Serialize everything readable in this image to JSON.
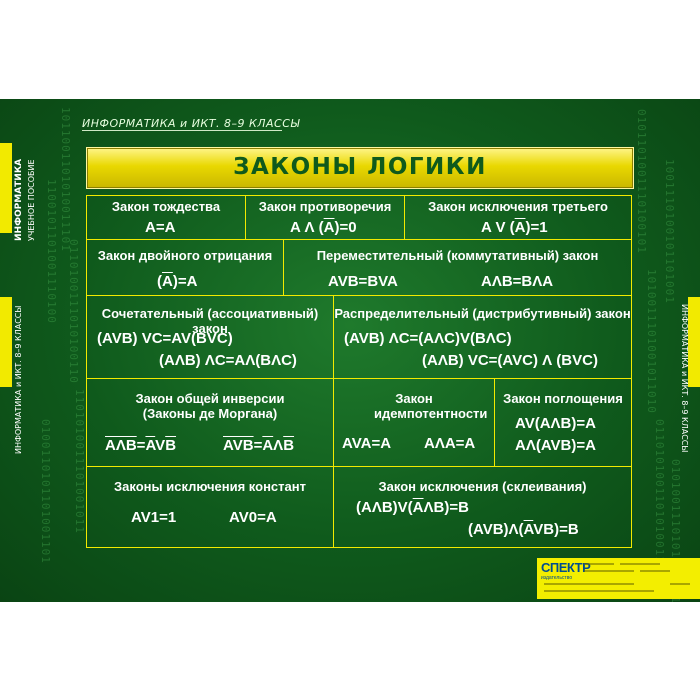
{
  "header": {
    "series": "ИНФОРМАТИКА и ИКТ. 8–9 КЛАССЫ",
    "title": "ЗАКОНЫ ЛОГИКИ"
  },
  "side": {
    "left_subject": "ИНФОРМАТИКА",
    "left_type": "УЧЕБНОЕ ПОСОБИЕ",
    "left_series": "ИНФОРМАТИКА и ИКТ. 8–9 КЛАССЫ",
    "right_series": "ИНФОРМАТИКА и ИКТ. 8–9 КЛАССЫ"
  },
  "laws": {
    "identity": {
      "title": "Закон тождества",
      "f1": "A=A"
    },
    "contradiction": {
      "title": "Закон противоречия",
      "f1a": "A Λ (",
      "f1b": "A",
      "f1c": ")=0"
    },
    "excluded_third": {
      "title": "Закон исключения третьего",
      "f1a": "A V (",
      "f1b": "A",
      "f1c": ")=1"
    },
    "double_negation": {
      "title": "Закон двойного отрицания",
      "f1a": "(",
      "f1b": "A",
      "f1c": ")=A"
    },
    "commutative": {
      "title": "Переместительный (коммутативный) закон",
      "f1": "AVB=BVA",
      "f2": "AΛB=BΛA"
    },
    "associative": {
      "title": "Сочетательный (ассоциативный) закон",
      "f1": "(AVB) VC=AV(BVC)",
      "f2": "(AΛB) ΛC=AΛ(BΛC)"
    },
    "distributive": {
      "title": "Распределительный (дистрибутивный) закон",
      "f1": "(AVB) ΛC=(AΛC)V(BΛC)",
      "f2": "(AΛB) VC=(AVC) Λ (BVC)"
    },
    "de_morgan": {
      "title": "Закон общей инверсии (Законы де Моргана)",
      "f1a": "AΛB",
      "f1b": "=",
      "f1c": "A",
      "f1d": "V",
      "f1e": "B",
      "f2a": "AVB",
      "f2b": "=",
      "f2c": "A",
      "f2d": "Λ",
      "f2e": "B"
    },
    "idempotence": {
      "title": "Закон идемпотентности",
      "f1": "AVA=A",
      "f2": "AΛA=A"
    },
    "absorption": {
      "title": "Закон поглощения",
      "f1": "AV(AΛB)=A",
      "f2": "AΛ(AVB)=A"
    },
    "constants": {
      "title": "Законы исключения констант",
      "f1": "AV1=1",
      "f2": "AV0=A"
    },
    "gluing": {
      "title": "Закон исключения (склеивания)",
      "f1a": "(AΛB)V(",
      "f1b": "A",
      "f1c": "ΛB)=B",
      "f2a": "(AVB)Λ(",
      "f2b": "A",
      "f2c": "VB)=B"
    }
  },
  "publisher": {
    "name": "СПЕКТР",
    "sub": "издательство"
  },
  "colors": {
    "background": "#0f5a1c",
    "accent": "#f2ea00",
    "text": "#ffffff"
  }
}
